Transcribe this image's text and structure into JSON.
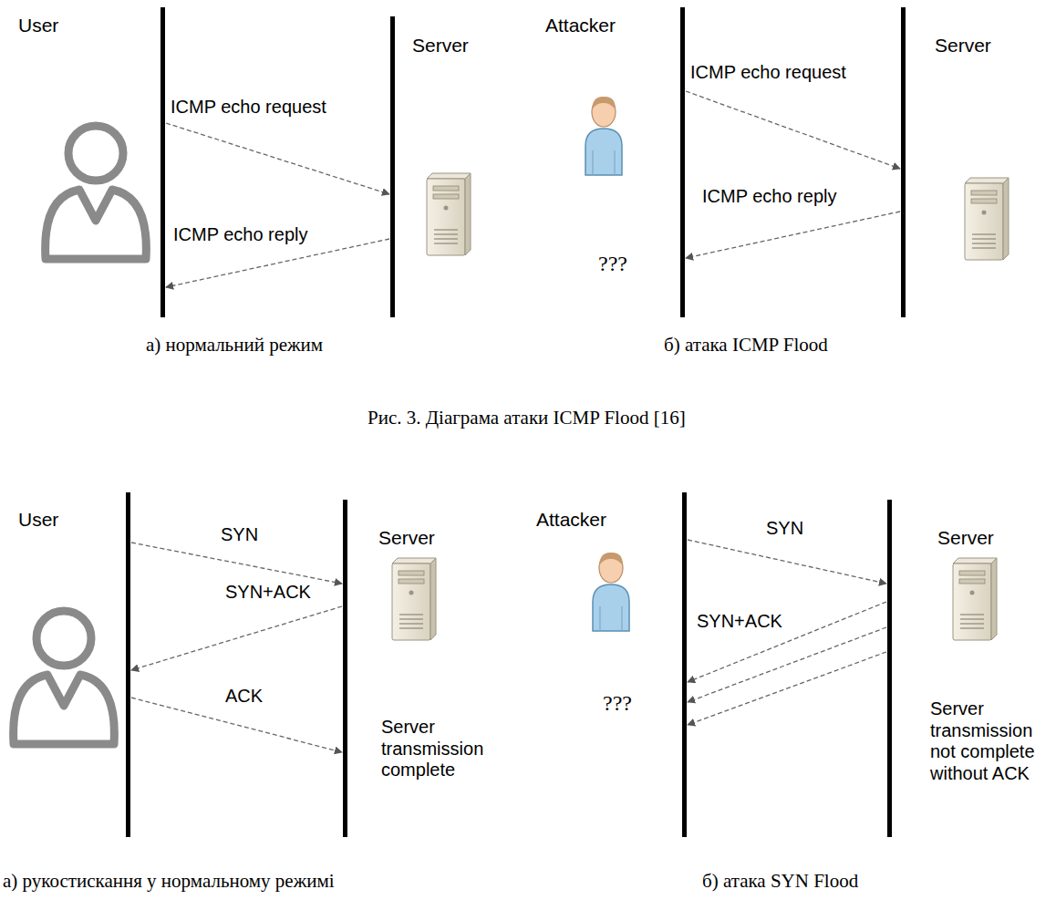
{
  "diagram": {
    "caption": "Рис. 3. Діаграма атаки ICMP Flood [16]",
    "nodes": [
      {
        "text": [
          "User"
        ]
      },
      {
        "text": [
          "Server"
        ]
      },
      {
        "text": [
          "Attacker"
        ]
      },
      {
        "text": [
          "Server"
        ]
      },
      {
        "text": [
          "User"
        ]
      },
      {
        "text": [
          "Server"
        ]
      },
      {
        "text": [
          "Attacker"
        ]
      },
      {
        "text": [
          "Server"
        ]
      }
    ],
    "edges": [
      {
        "from": 0,
        "to": 1,
        "arrow": "to",
        "label": "ICMP echo request"
      },
      {
        "from": 1,
        "to": 0,
        "arrow": "to",
        "label": "ICMP echo reply"
      },
      {
        "from": 2,
        "to": 3,
        "arrow": "to",
        "label": "ICMP echo request"
      },
      {
        "from": 3,
        "to": 2,
        "arrow": "to",
        "label": "ICMP echo reply"
      },
      {
        "from": 4,
        "to": 5,
        "arrow": "to",
        "label": "SYN"
      },
      {
        "from": 5,
        "to": 4,
        "arrow": "to",
        "label": "SYN+ACK"
      },
      {
        "from": 4,
        "to": 5,
        "arrow": "to",
        "label": "ACK"
      },
      {
        "from": 6,
        "to": 7,
        "arrow": "to",
        "label": "SYN"
      },
      {
        "from": 7,
        "to": 6,
        "arrow": "to",
        "label": "SYN+ACK"
      },
      {
        "from": 7,
        "to": 6,
        "arrow": "to"
      },
      {
        "from": 7,
        "to": 6,
        "arrow": "to"
      }
    ],
    "labels": [
      "???",
      "а) нормальний режим",
      "б) атака ICMP Flood",
      "Server transmission complete",
      "???",
      "Server transmission not complete without ACK",
      "а) рукостискання у нормальному режимі",
      "б) атака SYN Flood"
    ]
  }
}
